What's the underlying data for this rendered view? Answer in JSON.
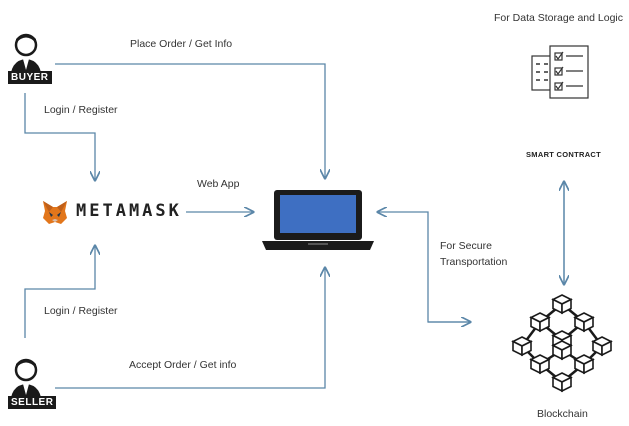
{
  "actors": {
    "buyer": "BUYER",
    "seller": "SELLER"
  },
  "labels": {
    "place_order": "Place Order / Get Info",
    "login_buyer": "Login / Register",
    "login_seller": "Login / Register",
    "accept_order": "Accept Order / Get info",
    "web_app": "Web App",
    "secure_line1": "For Secure",
    "secure_line2": "Transportation",
    "data_storage": "For Data Storage and Logic",
    "smart_contract": "SMART CONTRACT",
    "blockchain": "Blockchain",
    "metamask": "METAMASK"
  },
  "colors": {
    "arrow": "#5a86a8",
    "screen": "#3e6fc2",
    "laptop": "#1b1b1b",
    "fox_orange": "#e2761b",
    "person": "#1a1a1a"
  }
}
